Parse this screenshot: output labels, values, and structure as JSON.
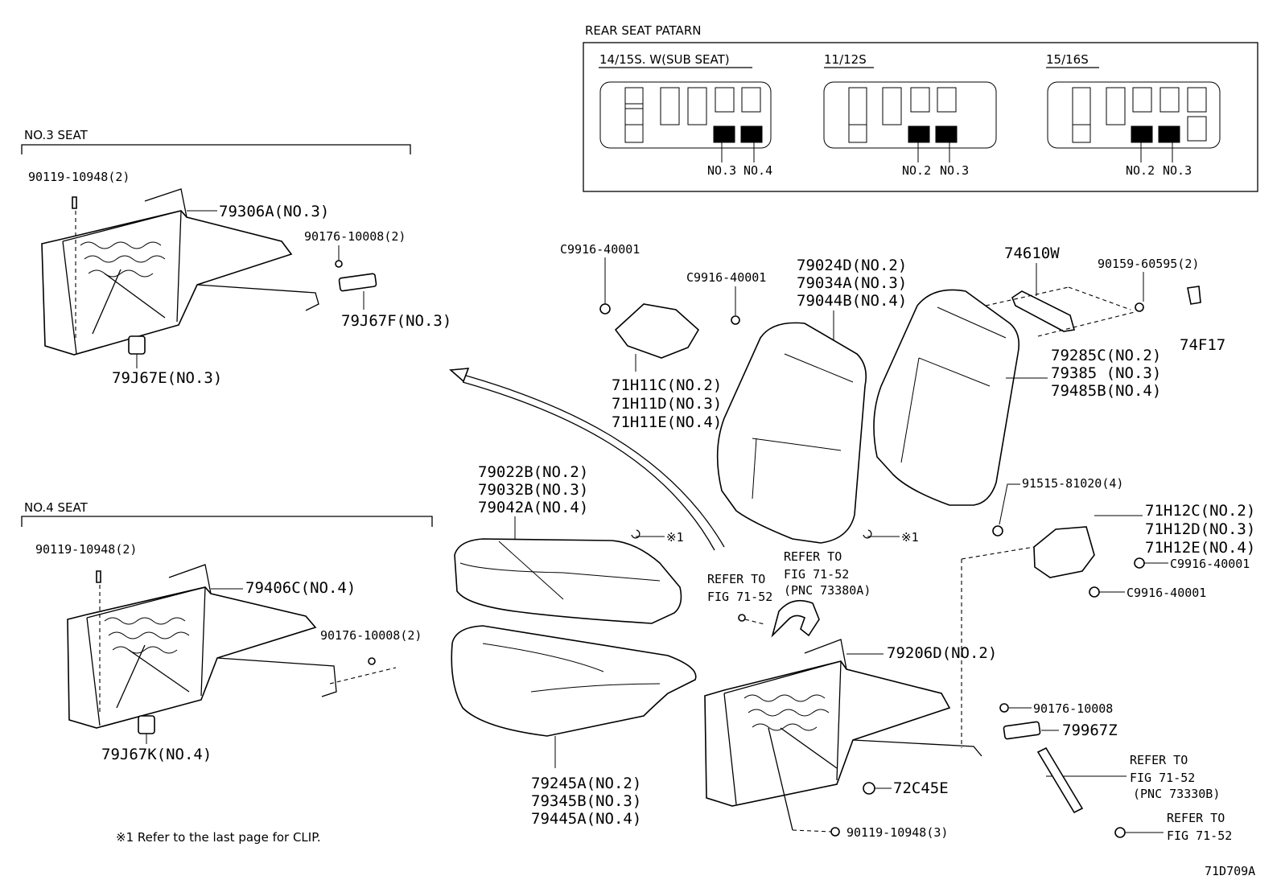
{
  "pattern_box": {
    "title": "REAR SEAT PATARN",
    "variants": [
      {
        "label": "14/15S. W(SUB SEAT)",
        "markers": [
          "NO.3",
          "NO.4"
        ]
      },
      {
        "label": "11/12S",
        "markers": [
          "NO.2",
          "NO.3"
        ]
      },
      {
        "label": "15/16S",
        "markers": [
          "NO.2",
          "NO.3"
        ]
      }
    ]
  },
  "sections": {
    "no3_seat": "NO.3 SEAT",
    "no4_seat": "NO.4 SEAT"
  },
  "parts": {
    "p_90119_10948_a": "90119-10948(2)",
    "p_79306a": "79306A(NO.3)",
    "p_90176_10008_a": "90176-10008(2)",
    "p_79j67f": "79J67F(NO.3)",
    "p_79j67e": "79J67E(NO.3)",
    "p_90119_10948_b": "90119-10948(2)",
    "p_79406c": "79406C(NO.4)",
    "p_90176_10008_b": "90176-10008(2)",
    "p_79j67k": "79J67K(NO.4)",
    "p_c9916_a": "C9916-40001",
    "p_c9916_b": "C9916-40001",
    "p_71h11c": "71H11C(NO.2)",
    "p_71h11d": "71H11D(NO.3)",
    "p_71h11e": "71H11E(NO.4)",
    "p_79024d": "79024D(NO.2)",
    "p_79034a": "79034A(NO.3)",
    "p_79044b": "79044B(NO.4)",
    "p_74610w": "74610W",
    "p_90159": "90159-60595(2)",
    "p_74f17": "74F17",
    "p_79285c": "79285C(NO.2)",
    "p_79385": "79385 (NO.3)",
    "p_79485b": "79485B(NO.4)",
    "p_91515": "91515-81020(4)",
    "p_71h12c": "71H12C(NO.2)",
    "p_71h12d": "71H12D(NO.3)",
    "p_71h12e": "71H12E(NO.4)",
    "p_c9916_c": "C9916-40001",
    "p_c9916_d": "C9916-40001",
    "p_79022b": "79022B(NO.2)",
    "p_79032b": "79032B(NO.3)",
    "p_79042a": "79042A(NO.4)",
    "clip_mark_a": "※1",
    "clip_mark_b": "※1",
    "p_79206d": "79206D(NO.2)",
    "p_90176_10008_c": "90176-10008",
    "p_79967z": "79967Z",
    "p_72c45e": "72C45E",
    "p_90119_10948_c": "90119-10948(3)",
    "p_79245a": "79245A(NO.2)",
    "p_79345b": "79345B(NO.3)",
    "p_79445a": "79445A(NO.4)"
  },
  "refers": {
    "r1_line1": "REFER TO",
    "r1_line2": "FIG 71-52",
    "r1_line3": "(PNC 73380A)",
    "r2_line1": "REFER TO",
    "r2_line2": "FIG 71-52",
    "r3_line1": "REFER TO",
    "r3_line2": "FIG 71-52",
    "r3_line3": "(PNC 73330B)",
    "r4_line1": "REFER TO",
    "r4_line2": "FIG 71-52"
  },
  "footnote": "※1  Refer to the last page for CLIP.",
  "figure_id": "71D709A"
}
